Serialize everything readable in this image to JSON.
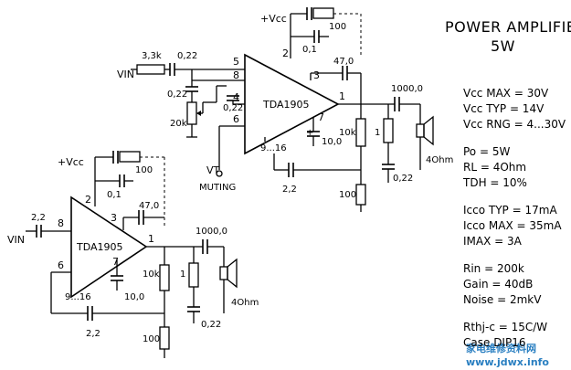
{
  "title": "POWER AMPLIFIER",
  "subtitle": "5W",
  "specs": [
    {
      "label": "Vcc MAX",
      "value": "= 30V"
    },
    {
      "label": "Vcc TYP",
      "value": "= 14V"
    },
    {
      "label": "Vcc RNG",
      "value": "= 4...30V"
    },
    {
      "label": "Po",
      "value": "= 5W"
    },
    {
      "label": "RL",
      "value": "= 4Ohm"
    },
    {
      "label": "TDH",
      "value": "= 10%"
    },
    {
      "label": "Icco TYP",
      "value": "= 17mA"
    },
    {
      "label": "Icco MAX",
      "value": "= 35mA"
    },
    {
      "label": "IMAX",
      "value": "= 3A"
    },
    {
      "label": "Rin",
      "value": "= 200k"
    },
    {
      "label": "Gain",
      "value": "= 40dB"
    },
    {
      "label": "Noise",
      "value": "= 2mkV"
    },
    {
      "label": "Rthj-c",
      "value": "= 15C/W"
    },
    {
      "label": "Case",
      "value": "DIP16"
    }
  ],
  "top_circuit": {
    "vcc": "+Vcc",
    "vin": "VIN",
    "vt": "VT",
    "muting": "MUTING",
    "chip": "TDA1905",
    "pins": [
      "5",
      "8",
      "4",
      "6",
      "2",
      "3",
      "1",
      "7",
      "9...16"
    ],
    "c_vcc_top": "100",
    "c_vcc_small": "0,1",
    "c_boot": "47,0",
    "r_in": "3,3k",
    "c_in": "0,22",
    "c_pin8": "0,22",
    "c_pin4": "0,22",
    "pot": "20k",
    "c_pin7": "10,0",
    "c_fb": "2,2",
    "c_out": "1000,0",
    "r_fb": "10k",
    "r_zobel": "1",
    "c_zobel": "0,22",
    "r_lower": "100",
    "speaker": "4Ohm"
  },
  "bottom_circuit": {
    "vcc": "+Vcc",
    "vin": "VIN",
    "chip": "TDA1905",
    "pins": [
      "8",
      "2",
      "3",
      "1",
      "6",
      "7",
      "9...16"
    ],
    "c_in": "2,2",
    "c_vcc_top": "100",
    "c_vcc_small": "0,1",
    "c_boot": "47,0",
    "c_pin7": "10,0",
    "c_fb": "2,2",
    "c_out": "1000,0",
    "r_fb": "10k",
    "r_zobel": "1",
    "c_zobel": "0,22",
    "r_lower": "100",
    "speaker": "4Ohm"
  },
  "watermark": {
    "brand": "家电维修资料网",
    "site": "www.jdwx.info"
  }
}
